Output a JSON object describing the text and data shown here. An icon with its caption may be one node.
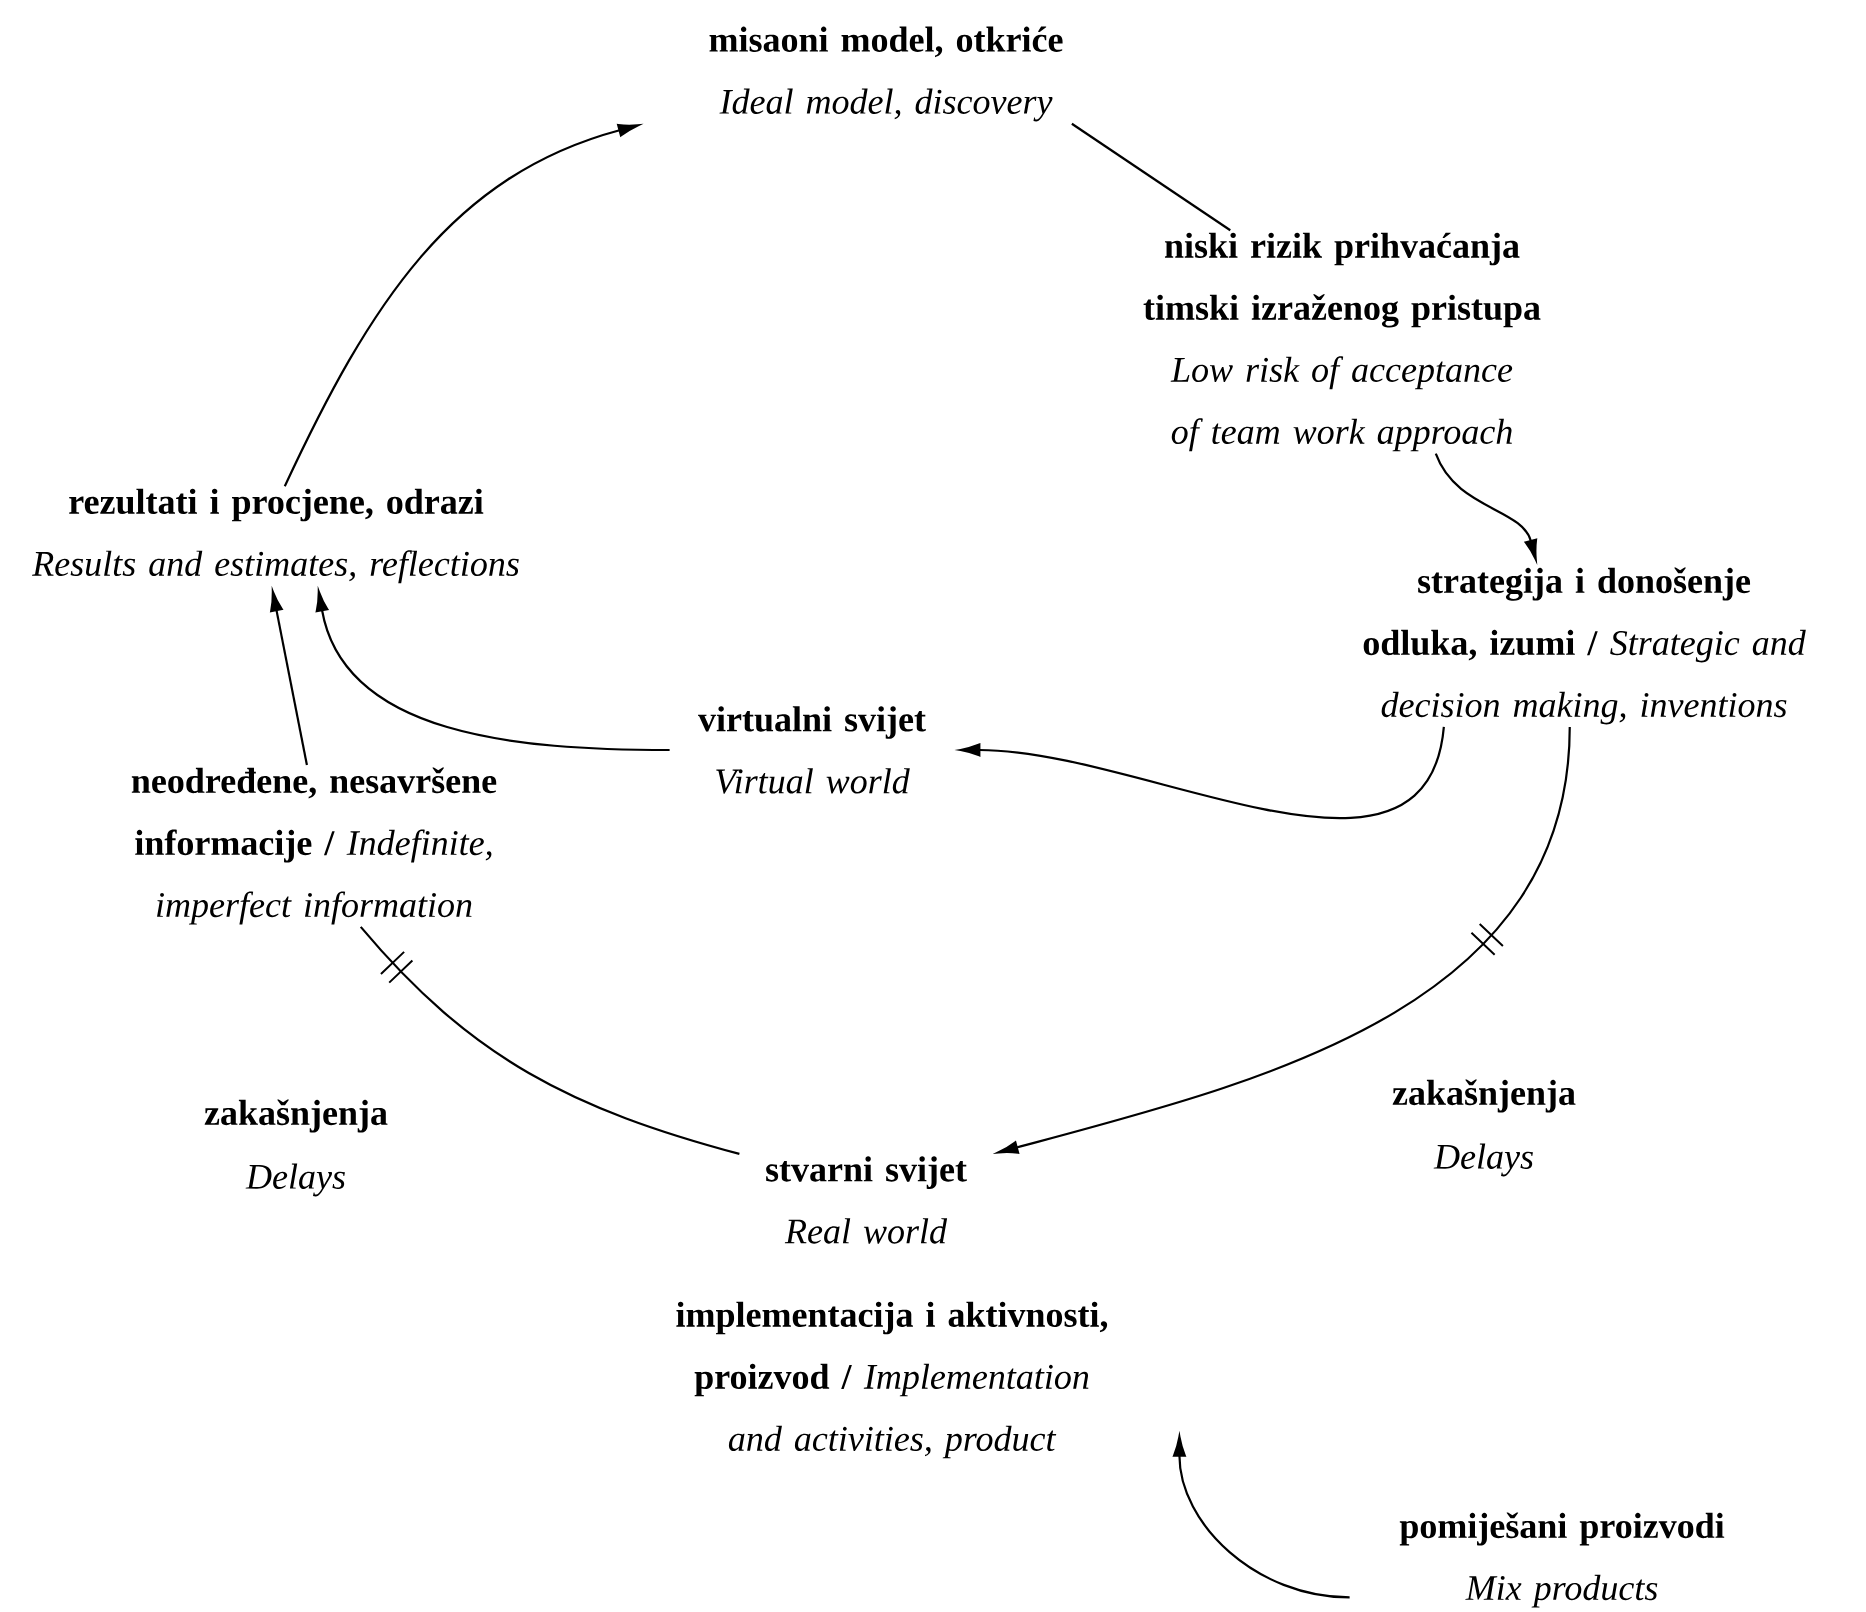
{
  "diagram": {
    "nodes": [
      {
        "text": [
          "misaoni model, otkriće",
          "Ideal model, discovery"
        ]
      },
      {
        "text": [
          "niski rizik prihvaćanja timski izraženog pristupa",
          "Low risk of acceptance of team work approach"
        ]
      },
      {
        "text": [
          "**strategija i donošenje odluka, izumi /** *Strategic and decision making, inventions*"
        ]
      },
      {
        "text": [
          "virtualni svijet",
          "Virtual world"
        ]
      },
      {
        "text": [
          "rezultati i procjene, odrazi",
          "Results and estimates, reflections"
        ]
      },
      {
        "text": [
          "**neodređene, nesavršene informacije /** *Indefinite, imperfect information*"
        ]
      },
      {
        "text": [
          "stvarni svijet",
          "Real world"
        ]
      },
      {
        "text": [
          "**implementacija i aktivnosti, proizvod /** *Implementation and activities, product*"
        ]
      },
      {
        "text": [
          "pomiješani proizvodi",
          "Mix products"
        ]
      }
    ],
    "edges": [
      {
        "from": 0,
        "to": 1,
        "arrow": "none"
      },
      {
        "from": 1,
        "to": 2,
        "arrow": "to"
      },
      {
        "from": 2,
        "to": 3,
        "arrow": "to"
      },
      {
        "from": 3,
        "to": 4,
        "arrow": "to"
      },
      {
        "from": 5,
        "to": 4,
        "arrow": "to"
      },
      {
        "from": 4,
        "to": 0,
        "arrow": "to"
      },
      {
        "from": 2,
        "to": 6,
        "arrow": "to"
      },
      {
        "from": 6,
        "to": 5,
        "arrow": "none"
      },
      {
        "from": 8,
        "to": 7,
        "arrow": "to"
      }
    ],
    "labels": [
      "zakašnjenja",
      "Delays",
      "zakašnjenja",
      "Delays"
    ]
  }
}
